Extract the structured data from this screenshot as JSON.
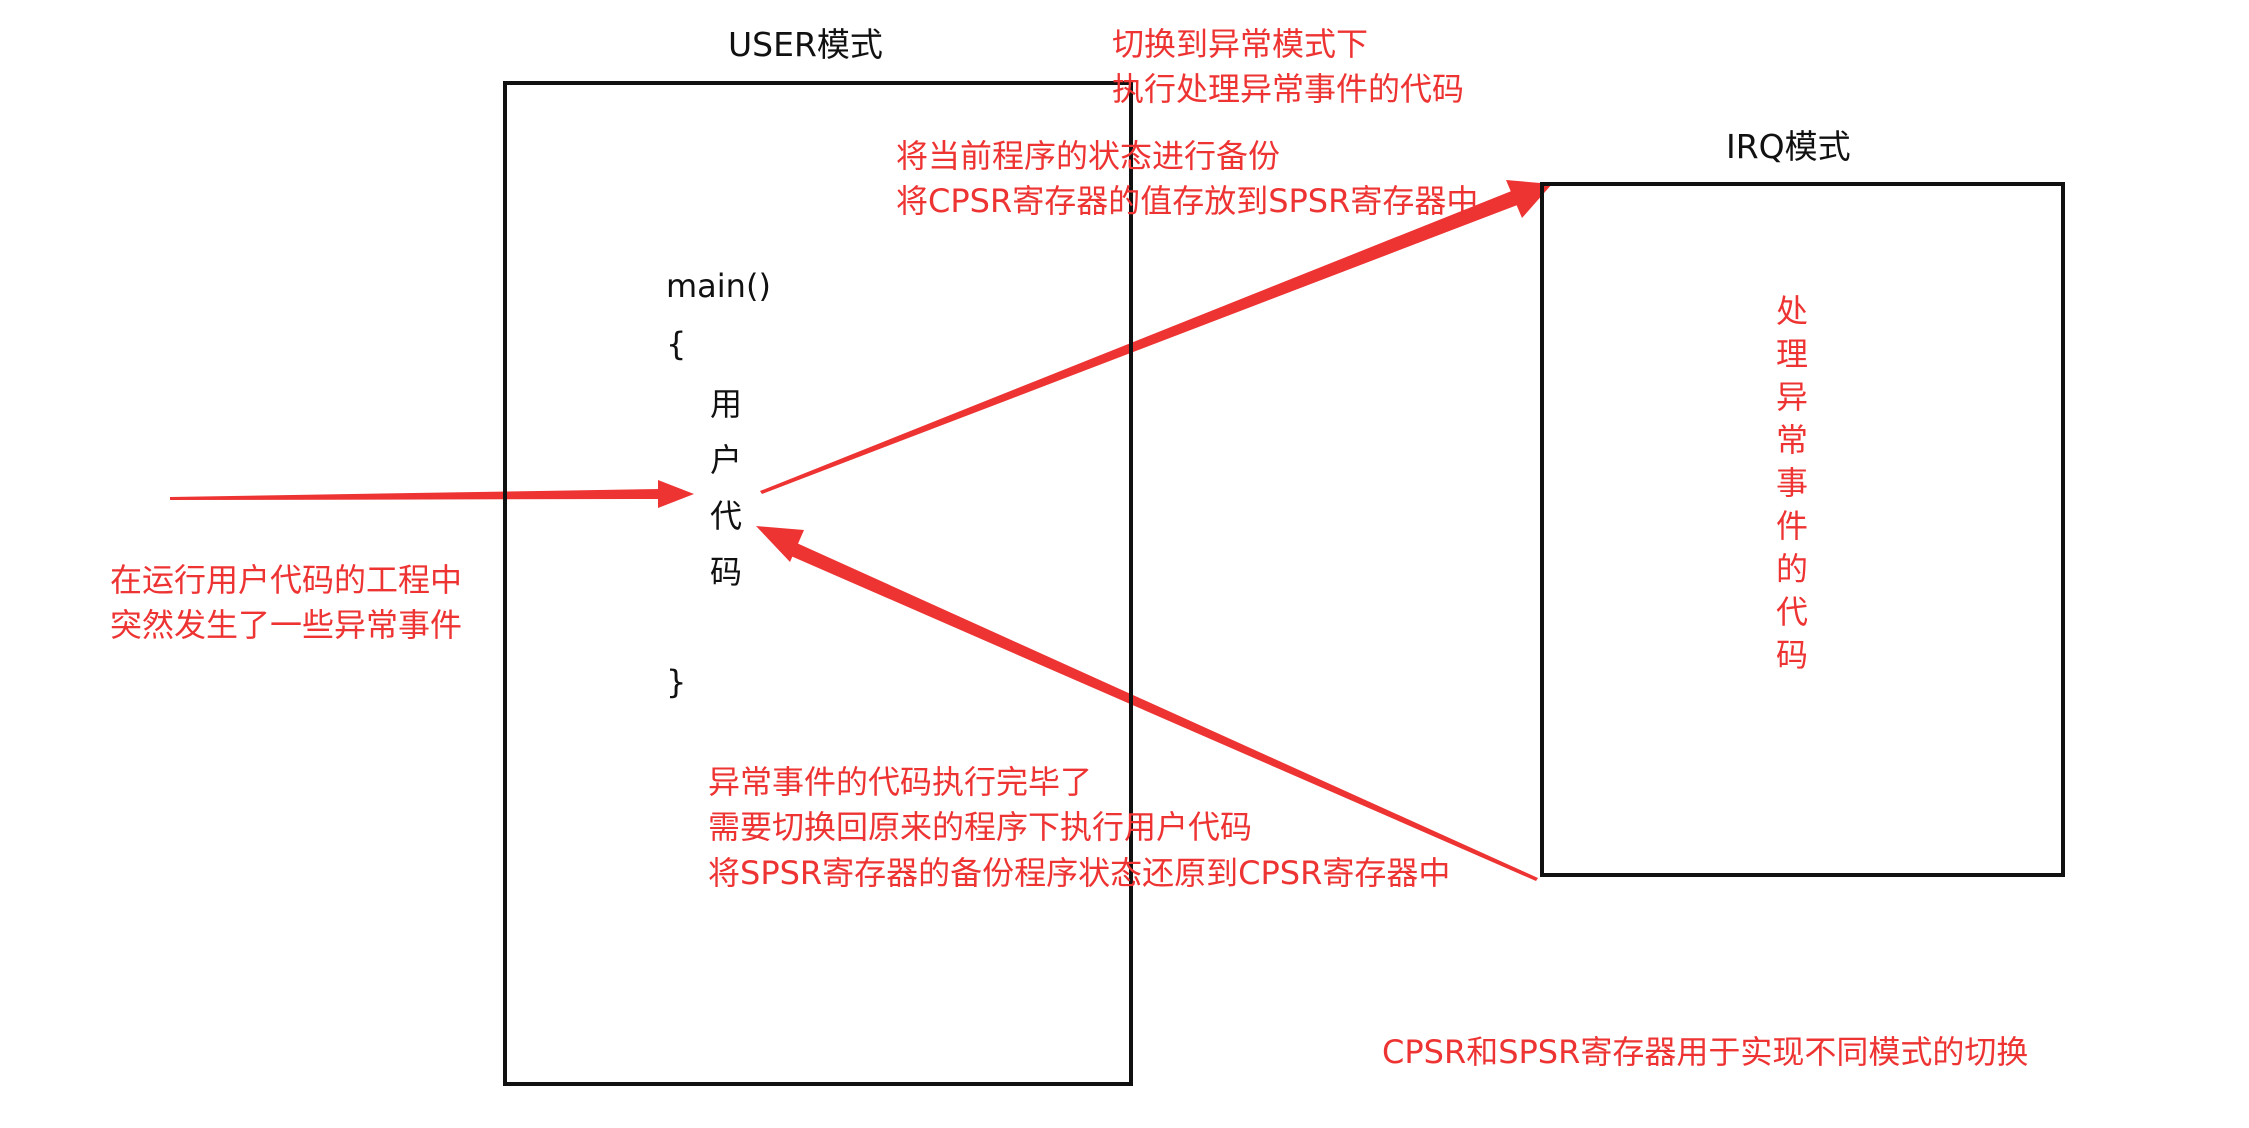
{
  "colors": {
    "accent": "#ee3333",
    "ink": "#111111",
    "background": "#ffffff"
  },
  "user_mode": {
    "title": "USER模式",
    "code_open": "main()",
    "brace_open": "{",
    "user_code_chars": [
      "用",
      "户",
      "代",
      "码"
    ],
    "brace_close": "}"
  },
  "irq_mode": {
    "title": "IRQ模式",
    "handler_chars": [
      "处",
      "理",
      "异",
      "常",
      "事",
      "件",
      "的",
      "代",
      "码"
    ]
  },
  "annotations": {
    "left_event": [
      "在运行用户代码的工程中",
      "突然发生了一些异常事件"
    ],
    "switch_to_exception": [
      "切换到异常模式下",
      "执行处理异常事件的代码"
    ],
    "backup_state": [
      "将当前程序的状态进行备份",
      "将CPSR寄存器的值存放到SPSR寄存器中"
    ],
    "restore_state": [
      "异常事件的代码执行完毕了",
      "需要切换回原来的程序下执行用户代码",
      "将SPSR寄存器的备份程序状态还原到CPSR寄存器中"
    ],
    "summary": "CPSR和SPSR寄存器用于实现不同模式的切换"
  }
}
